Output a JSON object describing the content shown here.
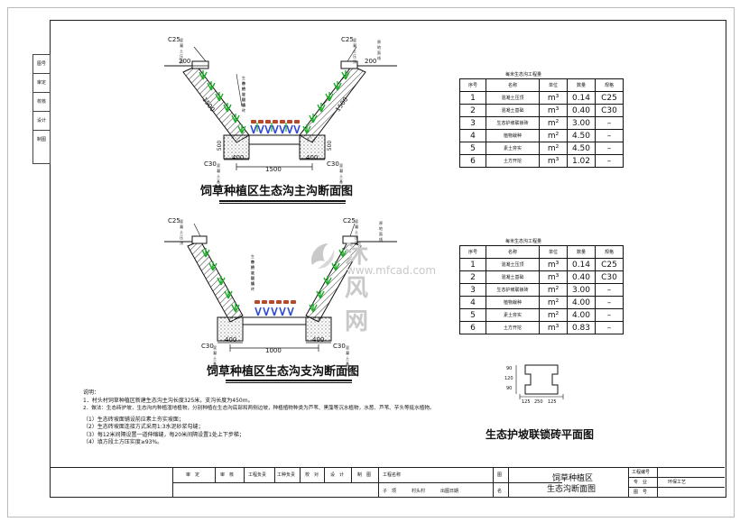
{
  "side_strip": [
    "图号",
    "审定",
    "校核",
    "设计",
    "制图"
  ],
  "section1": {
    "title": "饲草种植区生态沟主沟断面图",
    "label_c25_left": "C25",
    "label_c25_left_note": "混凝土压顶",
    "label_c25_right": "C25",
    "label_c25_right_note": "混凝土压顶",
    "label_right_note": "原地面线",
    "dim_200_left": "200",
    "dim_200_right": "200",
    "dim_slope_left": "1500",
    "dim_slope_right": "1500",
    "dim_500_left": "500",
    "dim_500_right": "500",
    "dim_400_left": "400",
    "dim_400_right": "400",
    "dim_bottom": "1500",
    "label_c30_left": "C30",
    "label_c30_left_note": "混凝土基础",
    "label_c30_right": "C30",
    "label_c30_right_note": "混凝土基础",
    "inner_note_1": "生态护坡联锁砖",
    "inner_note_2": "种植土回填"
  },
  "section2": {
    "title": "饲草种植区生态沟支沟断面图",
    "label_c25_left": "C25",
    "label_c25_left_note": "混凝土压顶",
    "label_c25_right": "C25",
    "label_c25_right_note": "混凝土压顶",
    "label_right_note": "原地面线",
    "dim_400_left": "400",
    "dim_400_right": "400",
    "dim_bottom": "1000",
    "label_c30_left": "C30",
    "label_c30_left_note": "混凝土基础",
    "label_c30_right": "C30",
    "label_c30_right_note": "混凝土基础",
    "inner_note_1": "生态护坡联锁砖",
    "inner_note_2": "种植土回填"
  },
  "table1": {
    "caption": "每米生态沟工程量",
    "headers": [
      "序号",
      "名称",
      "单位",
      "数量",
      "规格"
    ],
    "rows": [
      [
        "1",
        "混凝土压顶",
        "m³",
        "0.14",
        "C25"
      ],
      [
        "2",
        "混凝土基础",
        "m³",
        "0.40",
        "C30"
      ],
      [
        "3",
        "生态护坡联锁砖",
        "m²",
        "3.00",
        "–"
      ],
      [
        "4",
        "植物栽种",
        "m²",
        "4.50",
        "–"
      ],
      [
        "5",
        "素土夯实",
        "m²",
        "4.50",
        "–"
      ],
      [
        "6",
        "土方开挖",
        "m³",
        "1.02",
        "–"
      ]
    ]
  },
  "table2": {
    "caption": "每米生态沟工程量",
    "headers": [
      "序号",
      "名称",
      "单位",
      "数量",
      "规格"
    ],
    "rows": [
      [
        "1",
        "混凝土压顶",
        "m³",
        "0.14",
        "C25"
      ],
      [
        "2",
        "混凝土基础",
        "m³",
        "0.40",
        "C30"
      ],
      [
        "3",
        "生态护坡联锁砖",
        "m²",
        "3.00",
        "–"
      ],
      [
        "4",
        "植物栽种",
        "m²",
        "4.00",
        "–"
      ],
      [
        "5",
        "素土夯实",
        "m²",
        "4.00",
        "–"
      ],
      [
        "6",
        "土方开挖",
        "m³",
        "0.83",
        "–"
      ]
    ]
  },
  "plan": {
    "title": "生态护坡联锁砖平面图",
    "dims_bottom": [
      "125",
      "250",
      "125"
    ],
    "dims_side": [
      "90",
      "120",
      "90"
    ]
  },
  "notes": {
    "heading": "说明：",
    "lines": [
      "1．村头村饲草种植区新建生态沟主沟长度325米，支沟长度为450m。",
      "2．做法：生态砖护坡，生态沟内种植湿地植物，分别种植在生态沟底部和两侧边坡，种植植物种类为芦苇、黑藻等沉水植物，水葱、芦苇、芋头等挺水植物。",
      "（1）生态砖坡面铺设前应素土夯实坡面；",
      "（2）生态砖坡面连接方式采用1:3水泥砂浆勾缝；",
      "（3）每12米间隔设置一道伸缩缝，每20米间隔设置1处上下步梯；",
      "（4）填方段土方压实度≥93%。"
    ]
  },
  "title_block": {
    "labels": [
      "审　定",
      "审　核",
      "工程负责",
      "工种负责",
      "校　对",
      "设　计",
      "制　图"
    ],
    "project_label": "工程名称",
    "sub_label": "子　项",
    "sub_value": "村头村",
    "date_label": "出图日期",
    "drawing_label_top": "图",
    "drawing_label_bottom": "名",
    "drawing_name_line1": "饲草种植区",
    "drawing_name_line2": "生态沟断面图",
    "project_no_label": "工程编号",
    "discipline_label": "专　业",
    "discipline_value": "环保工艺",
    "drawing_no_label": "图　号"
  },
  "watermark": {
    "text_cn": "沐风网",
    "text_url": "www.mfcad.com"
  },
  "colors": {
    "plant_green": "#1fae2a",
    "plant_blue": "#2f49d6",
    "brick_red": "#b54a2a",
    "line": "#111111",
    "watermark": "#c9c9c9"
  }
}
